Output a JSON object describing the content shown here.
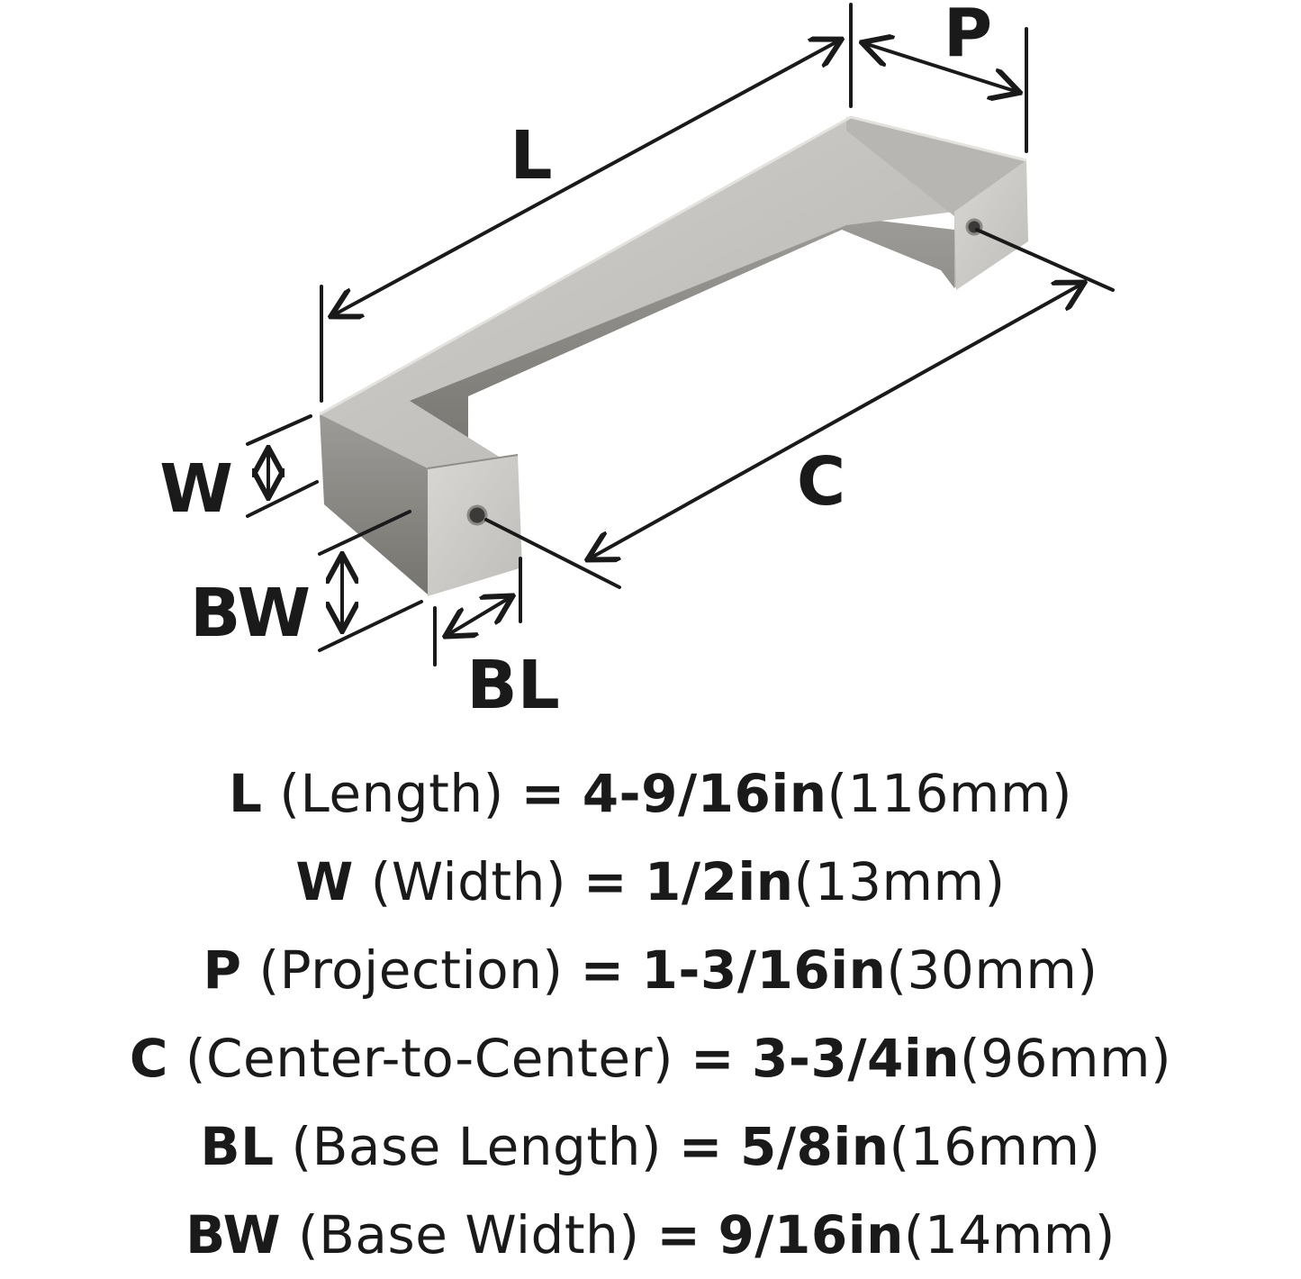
{
  "colors": {
    "ink": "#1a1a1a",
    "metal_light": "#c9c7c3",
    "metal_mid": "#a9a7a3",
    "metal_dark": "#7f7d79",
    "background": "#ffffff"
  },
  "diagram": {
    "labels": {
      "L": "L",
      "P": "P",
      "C": "C",
      "W": "W",
      "BW": "BW",
      "BL": "BL"
    }
  },
  "specs": [
    {
      "code": "L",
      "name": "(Length)",
      "eq": "=",
      "imperial": "4-9/16in",
      "metric": "(116mm)"
    },
    {
      "code": "W",
      "name": "(Width)",
      "eq": "=",
      "imperial": "1/2in",
      "metric": "(13mm)"
    },
    {
      "code": "P",
      "name": "(Projection)",
      "eq": "=",
      "imperial": "1-3/16in",
      "metric": "(30mm)"
    },
    {
      "code": "C",
      "name": "(Center-to-Center)",
      "eq": "=",
      "imperial": "3-3/4in",
      "metric": "(96mm)"
    },
    {
      "code": "BL",
      "name": "(Base Length)",
      "eq": "=",
      "imperial": "5/8in",
      "metric": "(16mm)"
    },
    {
      "code": "BW",
      "name": "(Base Width)",
      "eq": "=",
      "imperial": "9/16in",
      "metric": "(14mm)"
    }
  ]
}
